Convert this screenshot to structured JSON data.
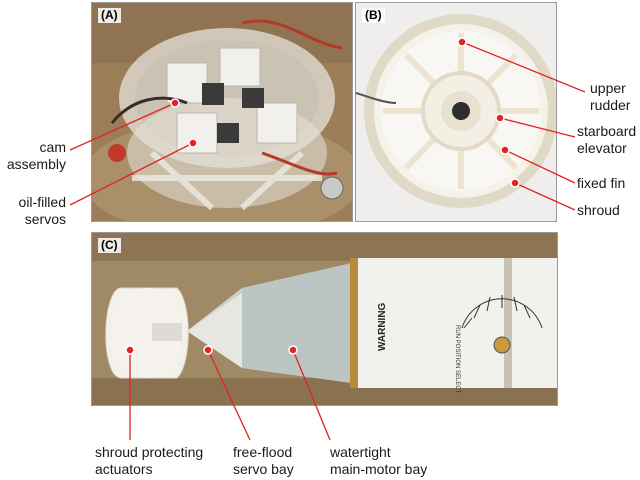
{
  "panels": {
    "a": {
      "label": "(A)"
    },
    "b": {
      "label": "(B)"
    },
    "c": {
      "label": "(C)"
    }
  },
  "callouts": {
    "cam_assembly": [
      "cam",
      "assembly"
    ],
    "oil_filled_servos": [
      "oil-filled",
      "servos"
    ],
    "upper_rudder": [
      "upper",
      "rudder"
    ],
    "starboard_elevator": [
      "starboard",
      "elevator"
    ],
    "fixed_fin": "fixed fin",
    "shroud": "shroud",
    "shroud_protecting_actuators": [
      "shroud protecting",
      "actuators"
    ],
    "free_flood_servo_bay": [
      "free-flood",
      "servo bay"
    ],
    "watertight_main_motor_bay": [
      "watertight",
      "main-motor bay"
    ]
  },
  "hull_text": {
    "warning": "WARNING",
    "run_position": "RUN POSITION SELECT"
  },
  "colors": {
    "marker": "#e32222",
    "leader_line": "#e32222"
  }
}
